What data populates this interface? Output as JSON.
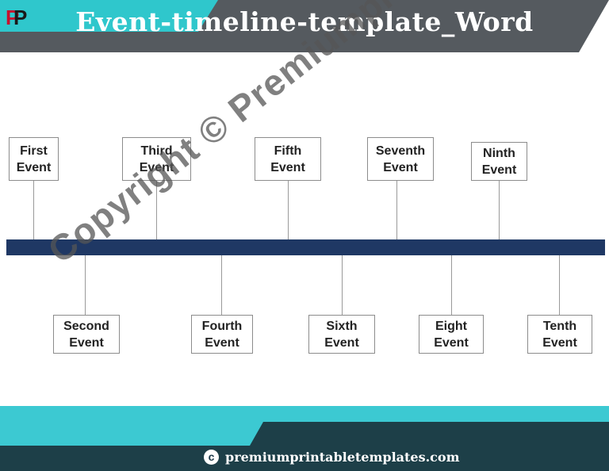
{
  "header": {
    "title": "Event-timeline-template_Word",
    "logo_letters": "PP",
    "colors": {
      "dark": "#555a5f",
      "accent": "#2fc7cc"
    }
  },
  "timeline": {
    "bar_color": "#1f3864",
    "events_above": [
      {
        "line1": "First",
        "line2": "Event"
      },
      {
        "line1": "Third",
        "line2": "Event"
      },
      {
        "line1": "Fifth",
        "line2": "Event"
      },
      {
        "line1": "Seventh",
        "line2": "Event"
      },
      {
        "line1": "Ninth",
        "line2": "Event"
      }
    ],
    "events_below": [
      {
        "line1": "Second",
        "line2": "Event"
      },
      {
        "line1": "Fourth",
        "line2": "Event"
      },
      {
        "line1": "Sixth",
        "line2": "Event"
      },
      {
        "line1": "Eight",
        "line2": "Event"
      },
      {
        "line1": "Tenth",
        "line2": "Event"
      }
    ]
  },
  "watermark": {
    "text": "Copyright © Premiumprintabletemplates.com"
  },
  "footer": {
    "copyright_symbol": "c",
    "site": "premiumprintabletemplates.com",
    "colors": {
      "teal": "#3cc9d2",
      "dark": "#1d3f48"
    }
  }
}
